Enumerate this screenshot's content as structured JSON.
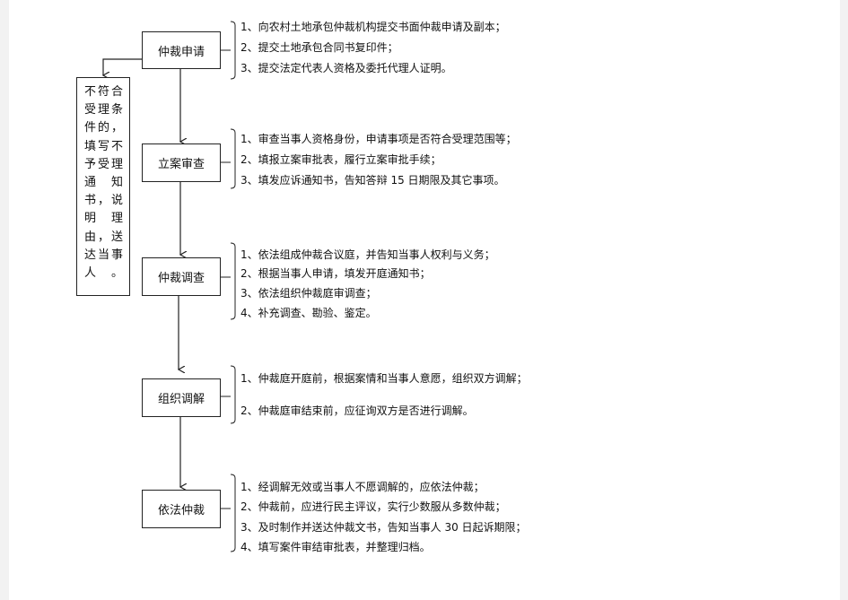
{
  "stages": [
    {
      "label": "仲裁申请",
      "steps": [
        "1、向农村土地承包仲裁机构提交书面仲裁申请及副本；",
        "2、提交土地承包合同书复印件；",
        "3、提交法定代表人资格及委托代理人证明。"
      ]
    },
    {
      "label": "立案审查",
      "steps": [
        "1、审查当事人资格身份，申请事项是否符合受理范围等；",
        "2、填报立案审批表，履行立案审批手续；",
        "3、填发应诉通知书，告知答辩 15 日期限及其它事项。"
      ]
    },
    {
      "label": "仲裁调查",
      "steps": [
        "1、依法组成仲裁合议庭，并告知当事人权利与义务；",
        "2、根据当事人申请，填发开庭通知书；",
        "3、依法组织仲裁庭审调查；",
        "4、补充调查、勘验、鉴定。"
      ]
    },
    {
      "label": "组织调解",
      "steps": [
        "1、仲裁庭开庭前，根据案情和当事人意愿，组织双方调解；",
        "2、仲裁庭审结束前，应征询双方是否进行调解。"
      ]
    },
    {
      "label": "依法仲裁",
      "steps": [
        "1、经调解无效或当事人不愿调解的，应依法仲裁；",
        "2、仲裁前，应进行民主评议，实行少数服从多数仲裁；",
        "3、及时制作并送达仲裁文书，告知当事人 30 日起诉期限；",
        "4、填写案件审结审批表，并整理归档。"
      ]
    }
  ],
  "reject_box": {
    "lines": [
      "不符合",
      "受理条",
      "件的，",
      "填写不",
      "予受理",
      "通　知",
      "书，说",
      "明　理",
      "由，送",
      "达当事",
      "人。"
    ]
  }
}
